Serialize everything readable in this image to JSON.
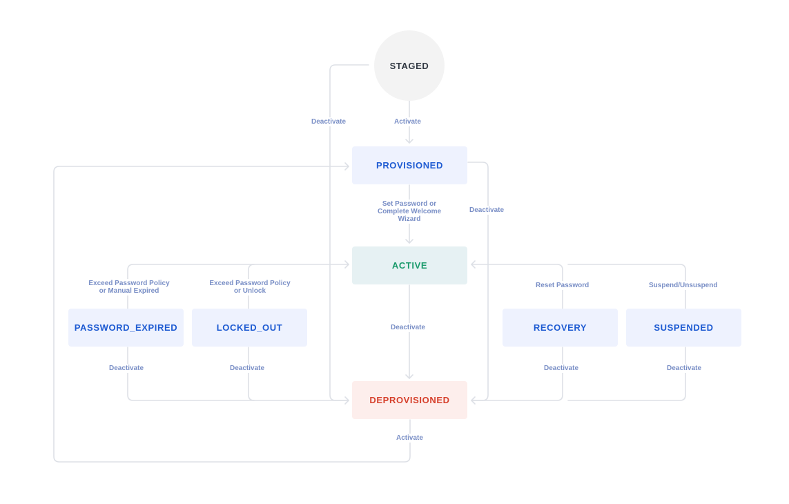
{
  "states": {
    "staged": "STAGED",
    "provisioned": "PROVISIONED",
    "active": "ACTIVE",
    "deprovisioned": "DEPROVISIONED",
    "password_expired": "PASSWORD_EXPIRED",
    "locked_out": "LOCKED_OUT",
    "recovery": "RECOVERY",
    "suspended": "SUSPENDED"
  },
  "transitions": {
    "staged_deactivate": "Deactivate",
    "staged_activate": "Activate",
    "set_password": "Set Password or Complete Welcome Wizard",
    "provisioned_deactivate": "Deactivate",
    "exceed_expired": "Exceed Password Policy or Manual Expired",
    "exceed_unlock": "Exceed Password Policy or Unlock",
    "reset_password": "Reset Password",
    "suspend_unsuspend": "Suspend/Unsuspend",
    "active_deactivate": "Deactivate",
    "expired_deactivate": "Deactivate",
    "locked_deactivate": "Deactivate",
    "recovery_deactivate": "Deactivate",
    "suspended_deactivate": "Deactivate",
    "deprov_activate": "Activate"
  },
  "colors": {
    "line": "#dde0e6",
    "label": "#7a8fc6",
    "state_text": "#1e5bd2",
    "active_text": "#1a9a6b",
    "deprovisioned_text": "#d6402c"
  }
}
